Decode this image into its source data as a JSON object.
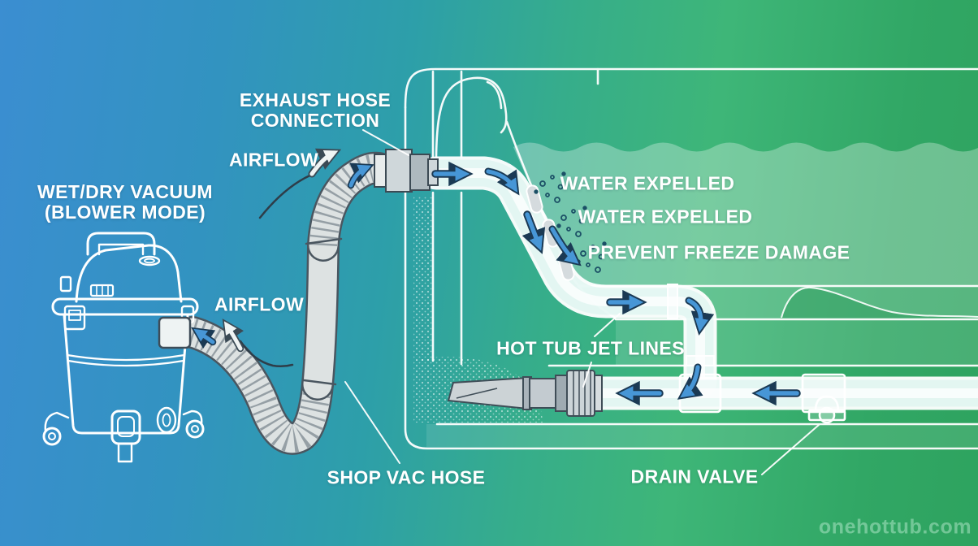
{
  "title": "Hot tub line blow-out with wet/dry vacuum diagram",
  "colors": {
    "bg_blue_left": "#3b8ed1",
    "bg_teal_mid": "#2d9fa9",
    "bg_green_right": "#3eb678",
    "label_text": "#ffffff",
    "arrow_blue": "#4796d6",
    "arrow_outline": "#1b3a54",
    "arrow_white": "#f0f4f4",
    "hose_gray": "#dde2e2",
    "fitting_gray": "#cfd7da",
    "pipe_white": "#ffffff",
    "droplet_teal": "#1c5066",
    "watermark_text": "rgba(226,255,240,0.38)"
  },
  "labels": {
    "vacuum_line1": "WET/DRY VACUUM",
    "vacuum_line2": "(BLOWER MODE)",
    "exhaust_line1": "EXHAUST HOSE",
    "exhaust_line2": "CONNECTION",
    "airflow_top": "AIRFLOW",
    "airflow_bottom": "AIRFLOW",
    "water_expelled_1": "WATER EXPELLED",
    "water_expelled_2": "WATER EXPELLED",
    "prevent_freeze": "PREVENT FREEZE DAMAGE",
    "jet_lines": "HOT TUB JET LINES",
    "shop_vac_hose": "SHOP VAC HOSE",
    "drain_valve": "DRAIN VALVE"
  },
  "watermark": "onehottub.com"
}
